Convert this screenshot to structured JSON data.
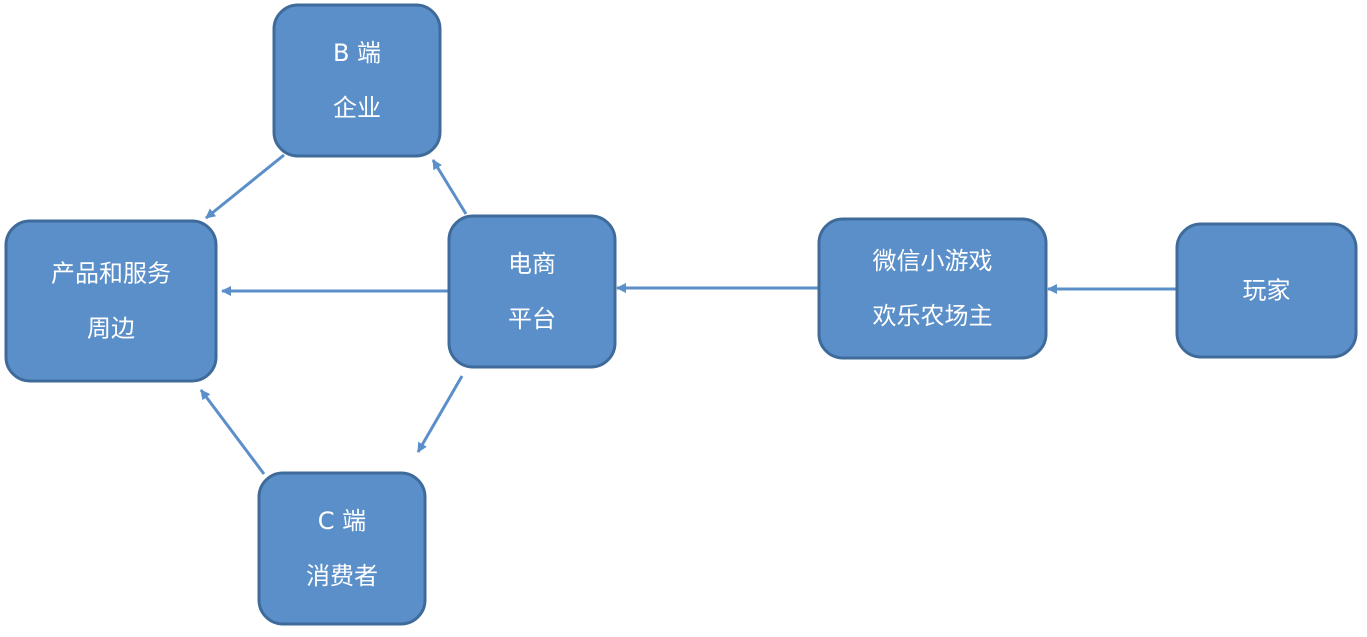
{
  "diagram": {
    "nodes": [
      {
        "id": "b-end",
        "lines": [
          "B 端",
          "企业"
        ]
      },
      {
        "id": "products",
        "lines": [
          "产品和服务",
          "周边"
        ]
      },
      {
        "id": "ecommerce",
        "lines": [
          "电商",
          "平台"
        ]
      },
      {
        "id": "wechat-game",
        "lines": [
          "微信小游戏",
          "欢乐农场主"
        ]
      },
      {
        "id": "player",
        "lines": [
          "玩家"
        ]
      },
      {
        "id": "c-end",
        "lines": [
          "C 端",
          "消费者"
        ]
      }
    ],
    "edges": [
      {
        "from": "player",
        "to": "wechat-game"
      },
      {
        "from": "wechat-game",
        "to": "ecommerce"
      },
      {
        "from": "ecommerce",
        "to": "products"
      },
      {
        "from": "ecommerce",
        "to": "b-end"
      },
      {
        "from": "ecommerce",
        "to": "c-end"
      },
      {
        "from": "b-end",
        "to": "products"
      },
      {
        "from": "c-end",
        "to": "products"
      }
    ]
  }
}
